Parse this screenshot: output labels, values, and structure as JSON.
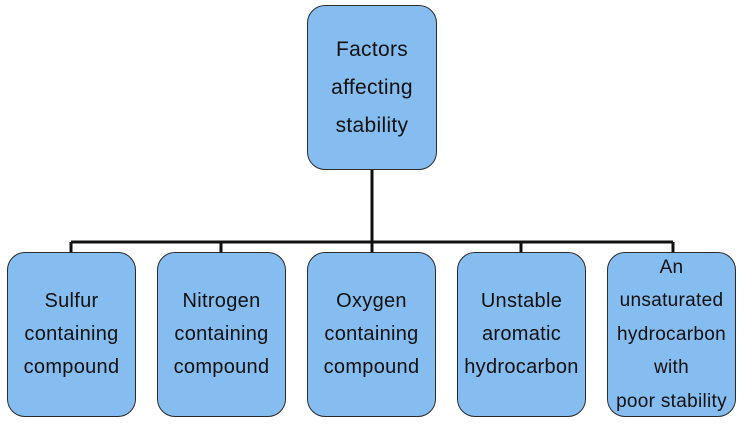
{
  "root": {
    "label": "Factors\naffecting\nstability"
  },
  "children": [
    {
      "label": "Sulfur\ncontaining\ncompound"
    },
    {
      "label": "Nitrogen\ncontaining\ncompound"
    },
    {
      "label": "Oxygen\ncontaining\ncompound"
    },
    {
      "label": "Unstable\naromatic\nhydrocarbon"
    },
    {
      "label": "An\nunsaturated\nhydrocarbon\nwith\npoor stability"
    }
  ],
  "colors": {
    "node_fill": "#86bdf0",
    "node_border": "#2b2b2b",
    "connector": "#111111"
  }
}
